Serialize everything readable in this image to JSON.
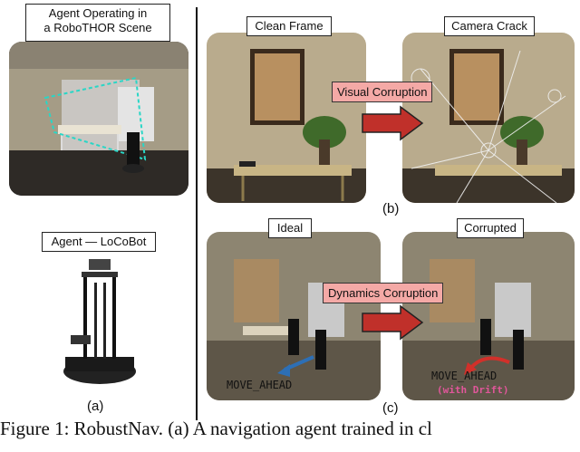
{
  "panel_a": {
    "scene_label_line1": "Agent Operating in",
    "scene_label_line2": "a RoboTHOR Scene",
    "robot_label": "Agent — LoCoBot",
    "sub_label": "(a)"
  },
  "panel_b": {
    "clean_label": "Clean Frame",
    "crack_label": "Camera Crack",
    "corruption_label": "Visual Corruption",
    "sub_label": "(b)"
  },
  "panel_c": {
    "ideal_label": "Ideal",
    "corrupted_label": "Corrupted",
    "corruption_label": "Dynamics Corruption",
    "action_ideal": "MOVE_AHEAD",
    "action_corrupted": "MOVE_AHEAD",
    "drift_note": "(with Drift)",
    "sub_label": "(c)"
  },
  "caption": {
    "text": "Figure 1: RobustNav. (a) A navigation agent trained in cl"
  },
  "colors": {
    "corruption_box": "#f4a9a6",
    "arrow": "#c0302a",
    "ideal_arrow": "#2d6fb5",
    "drift_arrow": "#d2302a",
    "drift_text": "#e0569a"
  }
}
